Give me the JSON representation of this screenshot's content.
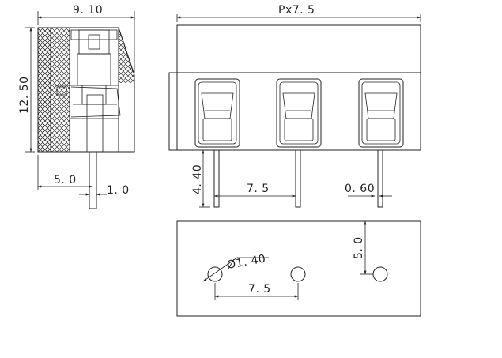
{
  "dimensions": {
    "width_top": "9. 10",
    "height_left": "12. 50",
    "pitch_total": "Px7. 5",
    "offset_5": "5. 0",
    "pin_width": "1. 0",
    "pin_length": "4. 40",
    "pitch_front": "7. 5",
    "pin_thickness": "0. 60",
    "hole_diameter": "Ø1. 40",
    "hole_offset": "5. 0",
    "pitch_bottom": "7. 5"
  },
  "colors": {
    "line": "#222222",
    "background": "#ffffff"
  }
}
